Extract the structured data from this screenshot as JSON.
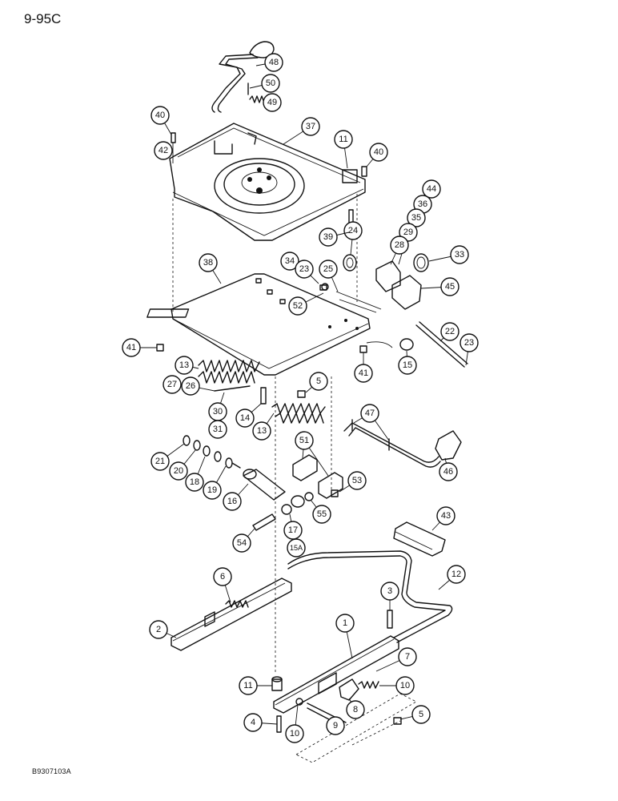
{
  "page_number": "9-95C",
  "drawing_id": "B9307103A",
  "callouts": [
    {
      "label": "48"
    },
    {
      "label": "50"
    },
    {
      "label": "49"
    },
    {
      "label": "40"
    },
    {
      "label": "37"
    },
    {
      "label": "42"
    },
    {
      "label": "11"
    },
    {
      "label": "40"
    },
    {
      "label": "44"
    },
    {
      "label": "36"
    },
    {
      "label": "35"
    },
    {
      "label": "29"
    },
    {
      "label": "24"
    },
    {
      "label": "28"
    },
    {
      "label": "33"
    },
    {
      "label": "39"
    },
    {
      "label": "38"
    },
    {
      "label": "34"
    },
    {
      "label": "23"
    },
    {
      "label": "25"
    },
    {
      "label": "45"
    },
    {
      "label": "52"
    },
    {
      "label": "22"
    },
    {
      "label": "23"
    },
    {
      "label": "41"
    },
    {
      "label": "15"
    },
    {
      "label": "41"
    },
    {
      "label": "13"
    },
    {
      "label": "5"
    },
    {
      "label": "27"
    },
    {
      "label": "26"
    },
    {
      "label": "14"
    },
    {
      "label": "30"
    },
    {
      "label": "31"
    },
    {
      "label": "13"
    },
    {
      "label": "47"
    },
    {
      "label": "51"
    },
    {
      "label": "21"
    },
    {
      "label": "20"
    },
    {
      "label": "18"
    },
    {
      "label": "19"
    },
    {
      "label": "46"
    },
    {
      "label": "53"
    },
    {
      "label": "16"
    },
    {
      "label": "55"
    },
    {
      "label": "17"
    },
    {
      "label": "54"
    },
    {
      "label": "15A"
    },
    {
      "label": "43"
    },
    {
      "label": "6"
    },
    {
      "label": "12"
    },
    {
      "label": "3"
    },
    {
      "label": "2"
    },
    {
      "label": "1"
    },
    {
      "label": "7"
    },
    {
      "label": "10"
    },
    {
      "label": "11"
    },
    {
      "label": "8"
    },
    {
      "label": "4"
    },
    {
      "label": "10"
    },
    {
      "label": "9"
    },
    {
      "label": "5"
    }
  ]
}
